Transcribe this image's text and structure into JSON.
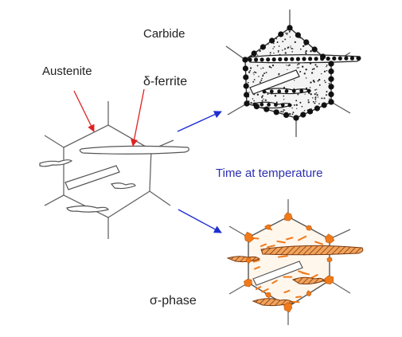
{
  "labels": {
    "carbide": "Carbide",
    "austenite": "Austenite",
    "delta_ferrite": "δ-ferrite",
    "time_at_temperature": "Time at temperature",
    "sigma_phase": "σ-phase"
  },
  "colors": {
    "outline": "#555555",
    "carbide": "#111111",
    "sigma": "#f07a1a",
    "red_arrow": "#e02020",
    "blue_arrow": "#1f2fd0",
    "blue_text": "#2c2fb0",
    "label_text": "#222222"
  },
  "icons": {
    "carbide_particle": "filled-black-circle",
    "sigma_particle": "orange-polygon",
    "arrow": "arrowhead"
  }
}
